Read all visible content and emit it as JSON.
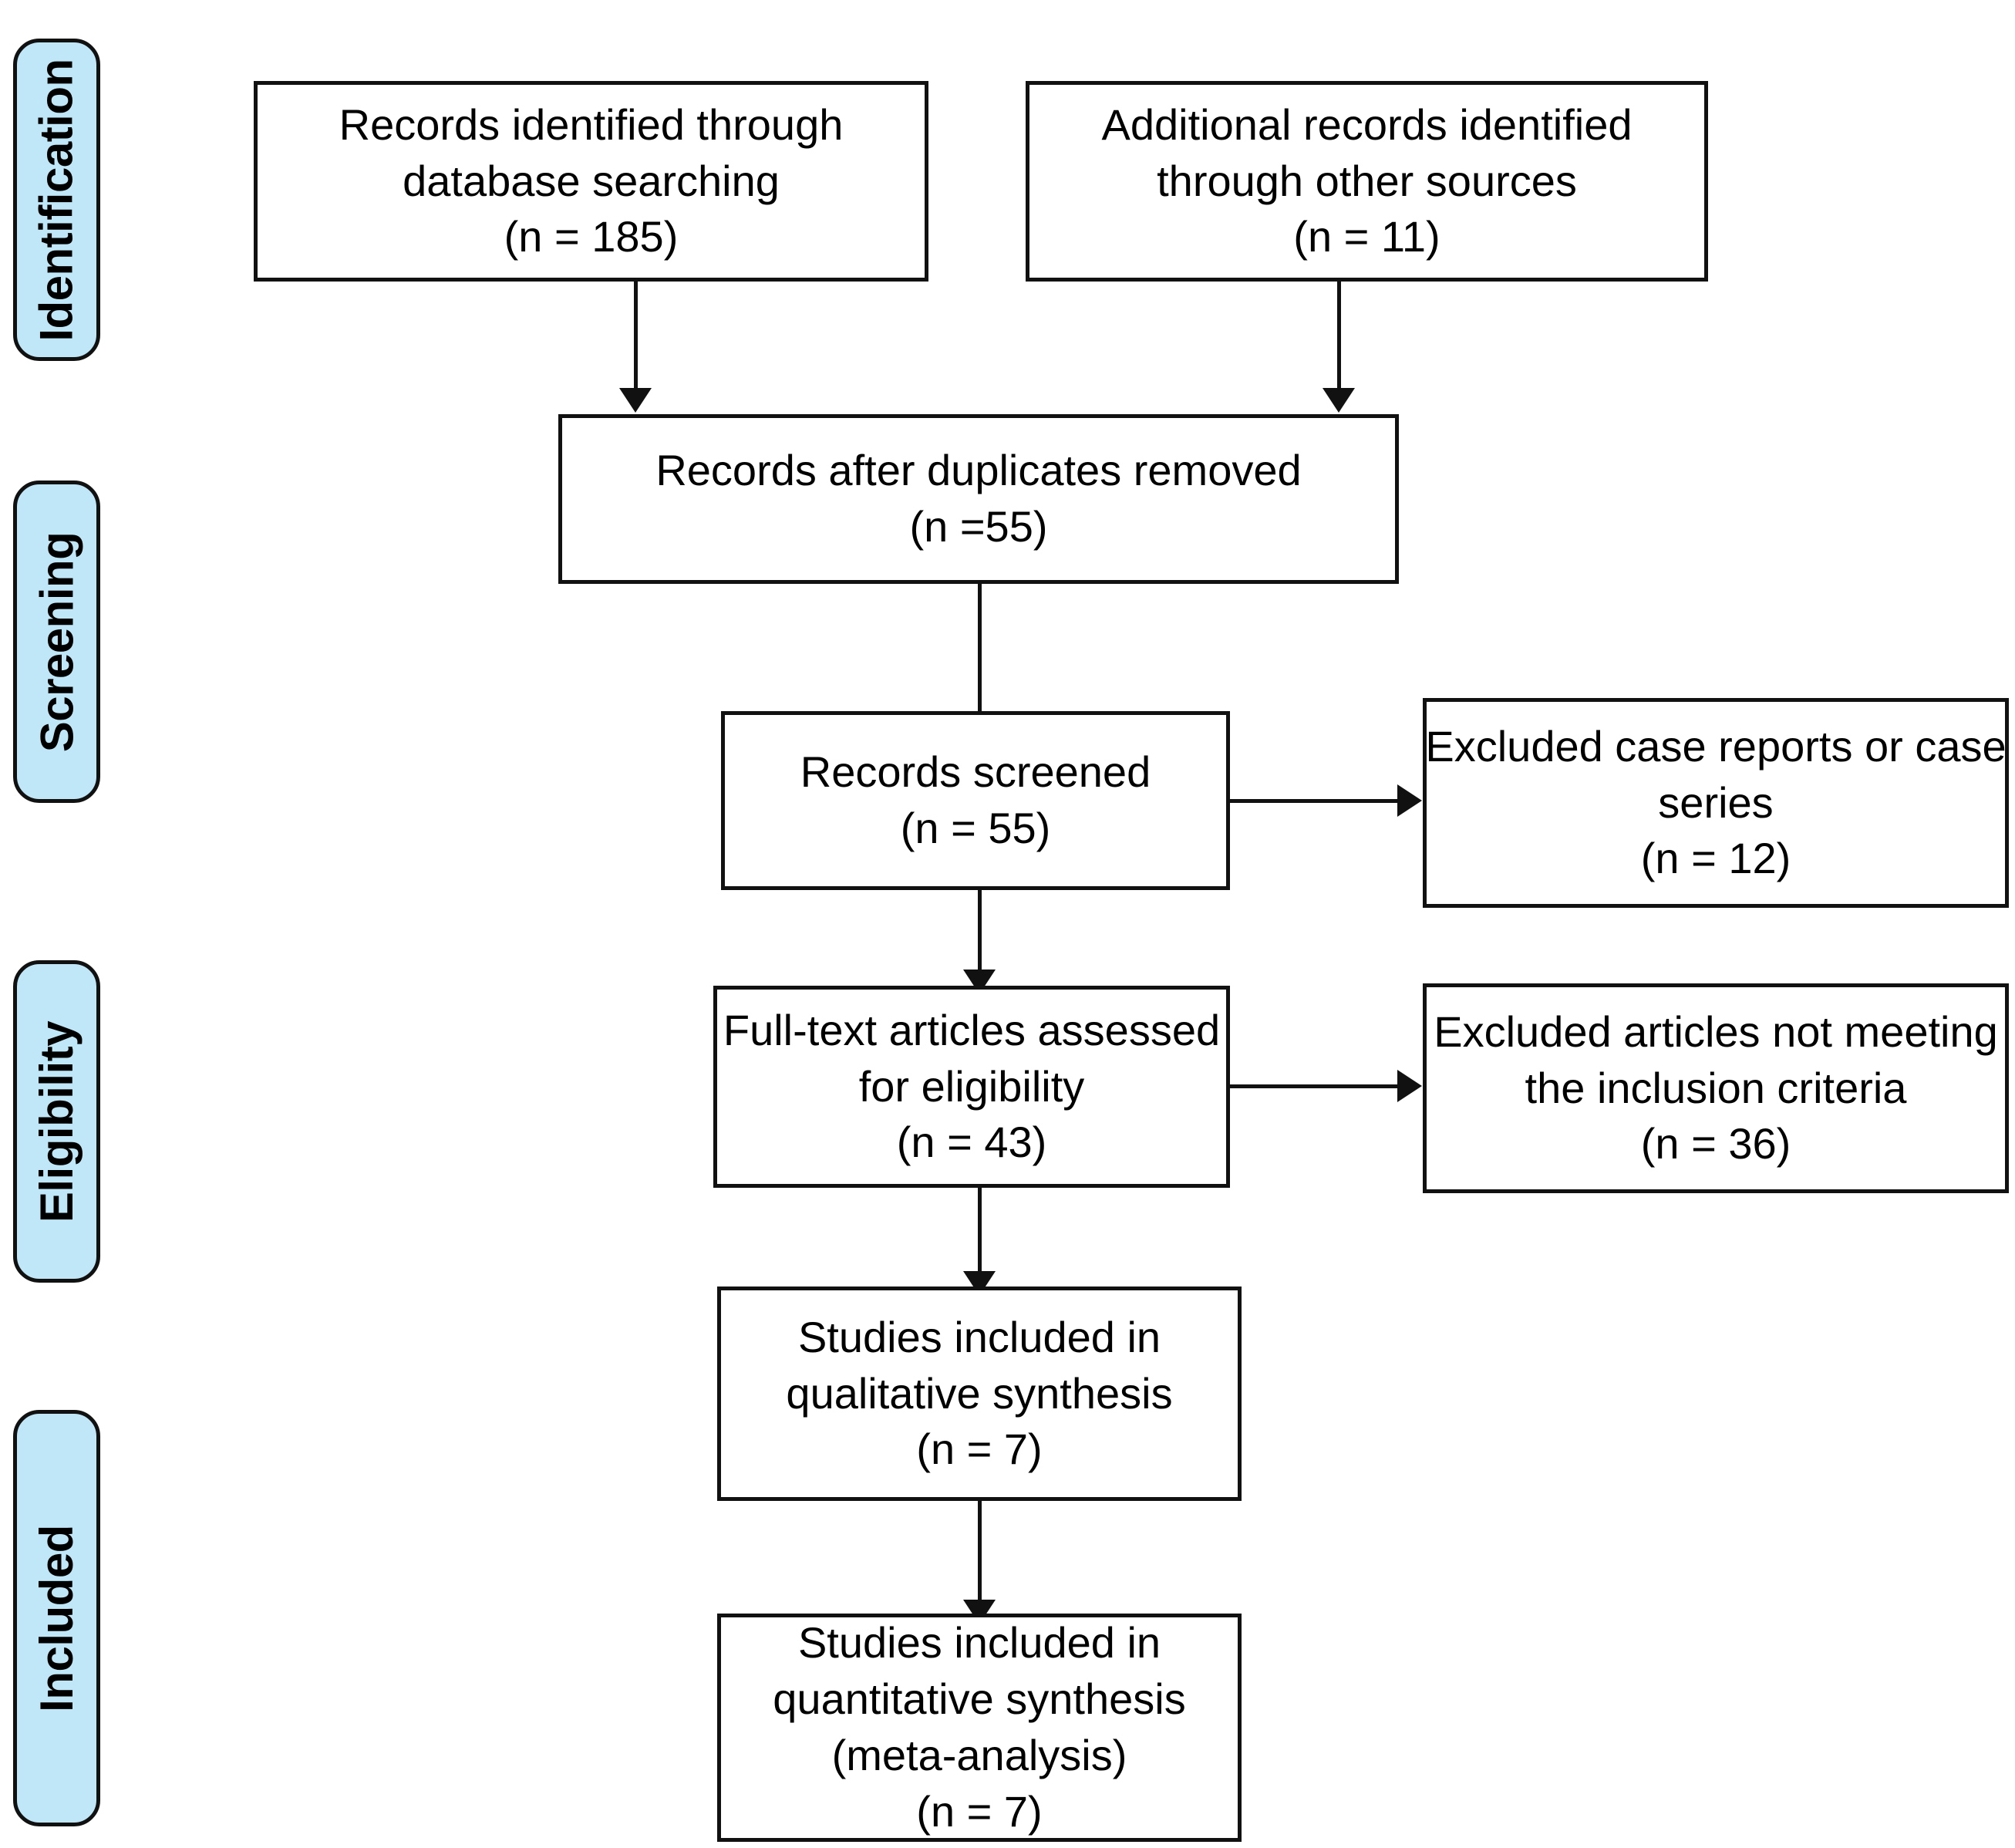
{
  "diagram": {
    "type": "PRISMA flow diagram",
    "accent_color": "#bfe7f8",
    "line_color": "#111111",
    "background_color": "#ffffff"
  },
  "stages": [
    {
      "label": "Identification"
    },
    {
      "label": "Screening"
    },
    {
      "label": "Eligibility"
    },
    {
      "label": "Included"
    }
  ],
  "boxes": {
    "db_search": {
      "line1": "Records identified through",
      "line2": "database searching",
      "line3": "(n = 185)",
      "count": 185
    },
    "other_sources": {
      "line1": "Additional records identified",
      "line2": "through other sources",
      "line3": "(n = 11)",
      "count": 11
    },
    "duplicates_removed": {
      "line1": "Records after duplicates removed",
      "line2": "(n =55)",
      "count": 55
    },
    "records_screened": {
      "line1": "Records screened",
      "line2": "(n = 55)",
      "count": 55
    },
    "excluded_case_reports": {
      "line1": "Excluded case reports or case",
      "line2": "series",
      "line3": "(n = 12)",
      "count": 12
    },
    "fulltext_assessed": {
      "line1": "Full-text articles assessed",
      "line2": "for eligibility",
      "line3": "(n = 43)",
      "count": 43
    },
    "excluded_criteria": {
      "line1": "Excluded articles not meeting",
      "line2": "the inclusion criteria",
      "line3": "(n = 36)",
      "count": 36
    },
    "qualitative": {
      "line1": "Studies included in",
      "line2": "qualitative synthesis",
      "line3": "(n = 7)",
      "count": 7
    },
    "quantitative": {
      "line1": "Studies included in",
      "line2": "quantitative synthesis",
      "line3": "(meta-analysis)",
      "line4": "(n = 7)",
      "count": 7
    }
  }
}
